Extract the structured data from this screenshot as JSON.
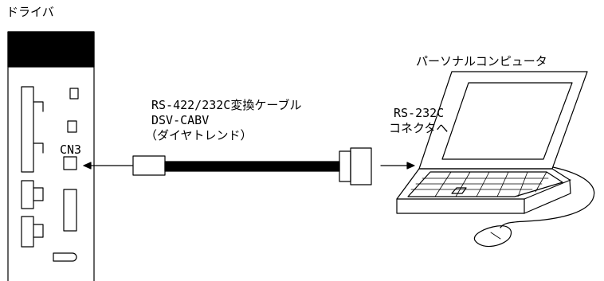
{
  "driver": {
    "title": "ドライバ",
    "port_label": "CN3"
  },
  "cable": {
    "name": "RS-422/232C変換ケーブル",
    "model": "DSV-CABV",
    "maker": "（ダイヤトレンド）"
  },
  "connector": {
    "type": "RS-232C",
    "destination": "コネクタへ"
  },
  "computer": {
    "title": "パーソナルコンピュータ"
  }
}
